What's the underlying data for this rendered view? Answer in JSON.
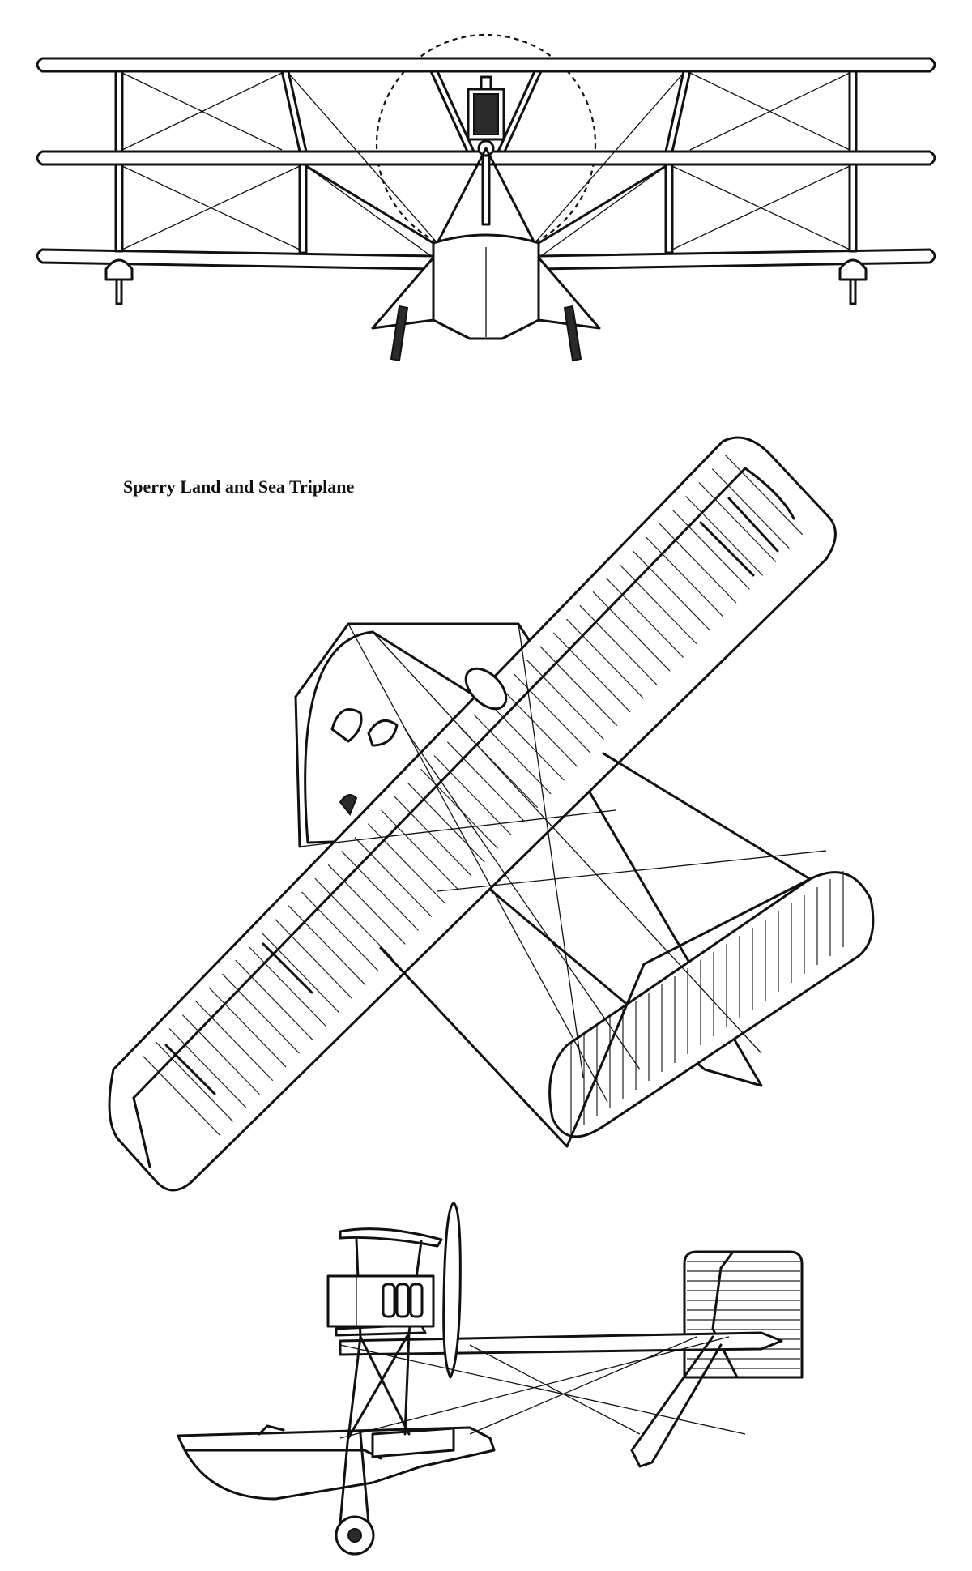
{
  "title": "Sperry Land and Sea Triplane",
  "colors": {
    "ink": "#111111",
    "paper": "#ffffff"
  },
  "views": [
    "front-view",
    "plan-view",
    "side-view"
  ]
}
